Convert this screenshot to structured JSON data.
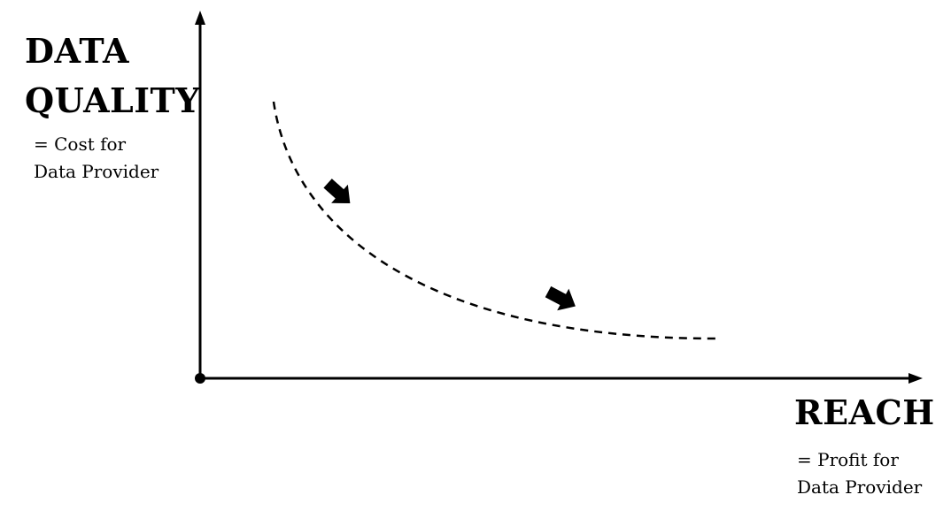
{
  "y_axis": {
    "title_lines": [
      "DATA",
      "QUALITY"
    ],
    "subtitle_lines": [
      "= Cost for",
      "Data Provider"
    ]
  },
  "x_axis": {
    "title": "REACH",
    "subtitle_lines": [
      "= Profit for",
      "Data Provider"
    ]
  },
  "curve": {
    "style": "dashed",
    "shape": "decreasing-convex",
    "arrow_count": 2
  },
  "colors": {
    "ink": "#000000",
    "background": "#ffffff"
  }
}
